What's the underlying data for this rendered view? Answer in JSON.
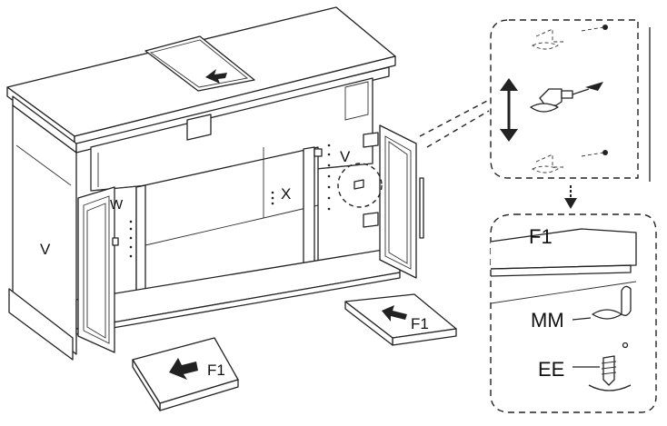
{
  "labels": {
    "left_side_panel": "V",
    "right_door_panel": "V",
    "left_door_hinge": "W",
    "center_divider": "X",
    "shelf_left": "F1",
    "shelf_right": "F1",
    "detail_shelf": "F1",
    "shelf_support": "MM",
    "screw": "EE"
  },
  "colors": {
    "line": "#222222",
    "background": "#ffffff"
  },
  "icons": {
    "insert_arrow": "arrow-icon",
    "move_arrow": "double-arrow-icon",
    "flow_arrow": "dashed-down-arrow-icon"
  }
}
